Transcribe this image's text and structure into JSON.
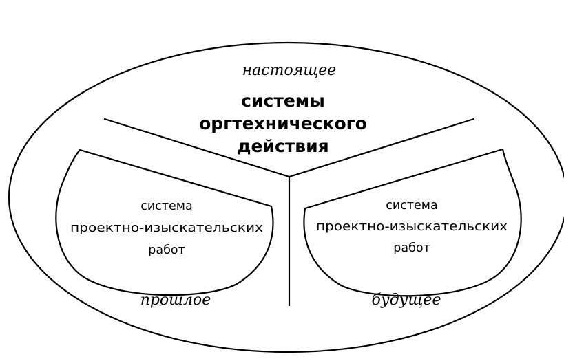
{
  "diagram": {
    "present_label": "настоящее",
    "past_label": "прошлое",
    "future_label": "будущее",
    "center": {
      "line1": "системы",
      "line2": "оргтехнического",
      "line3": "действия"
    },
    "left_lobe": {
      "line1": "система",
      "line2": "проектно-изыскательских",
      "line3": "работ"
    },
    "right_lobe": {
      "line1": "система",
      "line2": "проектно-изыскательских",
      "line3": "работ"
    }
  }
}
